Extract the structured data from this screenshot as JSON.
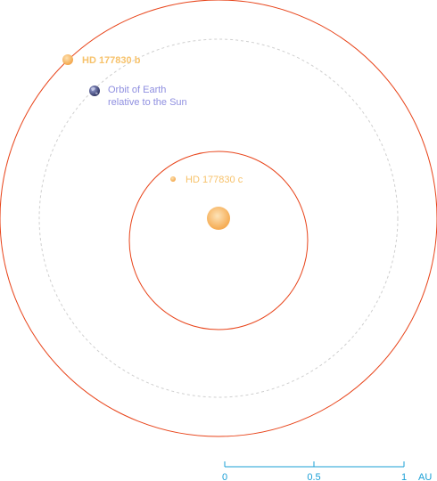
{
  "colors": {
    "orbit": "#e8441a",
    "earth_orbit": "#c8c8c8",
    "planet_label": "#f7c26b",
    "earth_label": "#8f8fe0",
    "scale": "#1a9fd6",
    "star": "#f8b766"
  },
  "planets": {
    "b": {
      "label": "HD 177830 b"
    },
    "c": {
      "label": "HD 177830 c"
    }
  },
  "earth": {
    "label_line1": "Orbit of Earth",
    "label_line2": "relative to the Sun",
    "icon": "earth-globe-icon"
  },
  "scale_bar": {
    "ticks": [
      "0",
      "0.5",
      "1"
    ],
    "unit": "AU"
  }
}
